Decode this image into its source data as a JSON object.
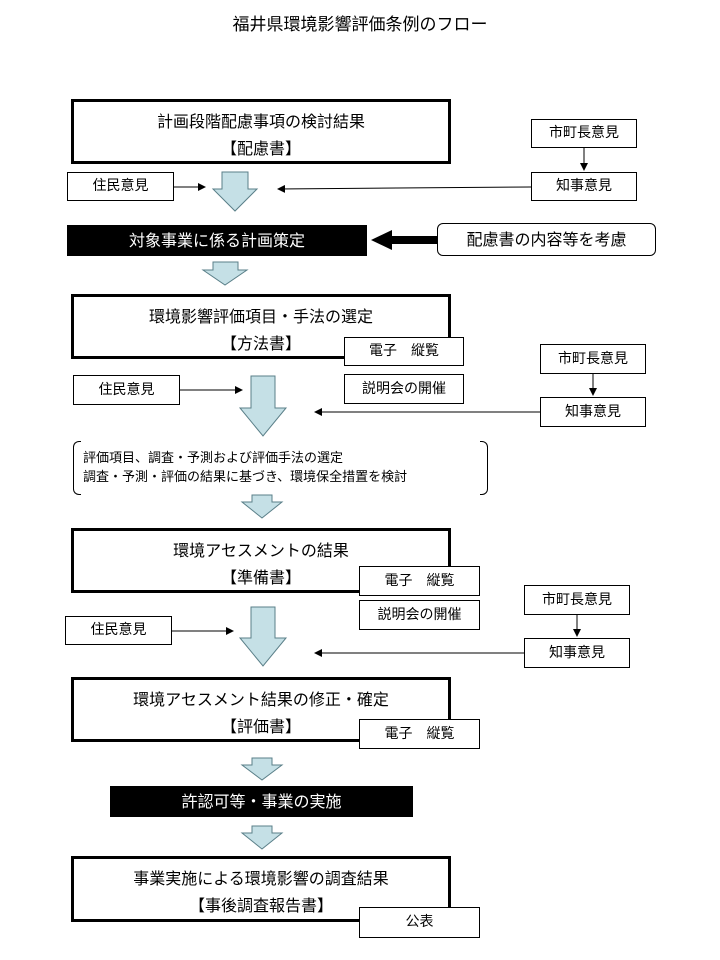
{
  "title": "福井県環境影響評価条例のフロー",
  "stage1": {
    "line1": "計画段階配慮事項の検討結果",
    "line2": "【配慮書】"
  },
  "plan_label": "対象事業に係る計画策定",
  "consider_label": "配慮書の内容等を考慮",
  "stage2": {
    "line1": "環境影響評価項目・手法の選定",
    "line2": "【方法書】"
  },
  "stage3": {
    "line1": "環境アセスメントの結果",
    "line2": "【準備書】"
  },
  "stage4": {
    "line1": "環境アセスメント結果の修正・確定",
    "line2": "【評価書】"
  },
  "implementation_label": "許認可等・事業の実施",
  "stage5": {
    "line1": "事業実施による環境影響の調査結果",
    "line2": "【事後調査報告書】"
  },
  "resident_opinion": "住民意見",
  "mayor_opinion": "市町長意見",
  "governor_opinion": "知事意見",
  "public_viewing": "電子　縦覧",
  "briefing": "説明会の開催",
  "publication": "公表",
  "method_notes": [
    "評価項目、調査・予測および評価手法の選定",
    "調査・予測・評価の結果に基づき、環境保全措置を検討"
  ],
  "colors": {
    "flow_arrow_fill": "#c5e0e6",
    "black_box": "#000000",
    "background": "#ffffff"
  }
}
